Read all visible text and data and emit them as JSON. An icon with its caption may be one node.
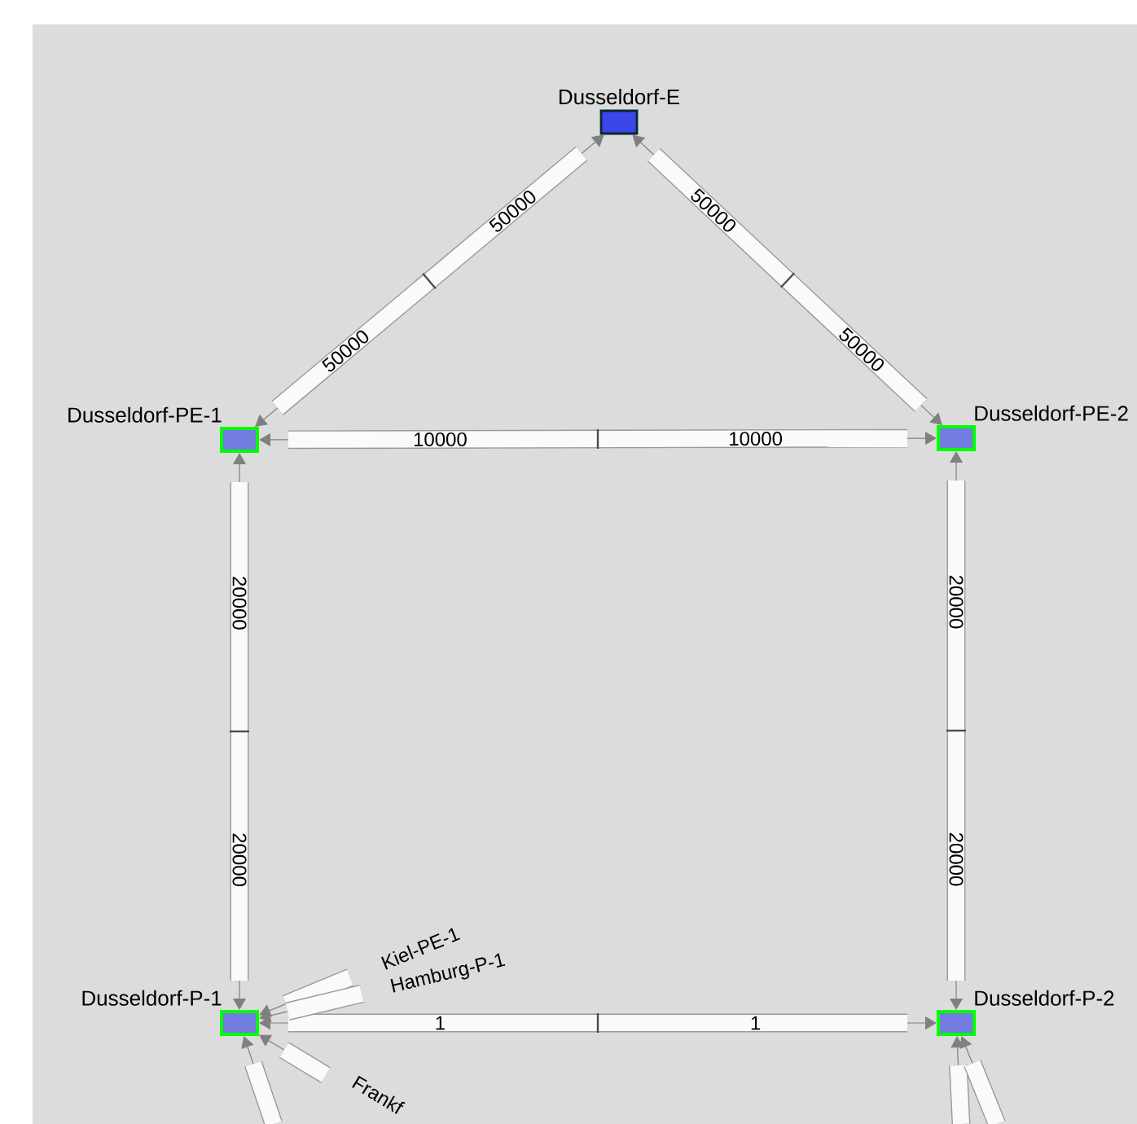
{
  "diagram": {
    "nodes": [
      {
        "text": [
          "Dusseldorf-E"
        ]
      },
      {
        "text": [
          "Dusseldorf-PE-1"
        ]
      },
      {
        "text": [
          "Dusseldorf-PE-2"
        ]
      },
      {
        "text": [
          "Dusseldorf-P-1"
        ]
      },
      {
        "text": [
          "Dusseldorf-P-2"
        ]
      }
    ],
    "edges": [
      {
        "from": 0,
        "to": 1,
        "arrow": "both",
        "label": "50000"
      },
      {
        "from": 0,
        "to": 2,
        "arrow": "both",
        "label": "50000"
      },
      {
        "from": 1,
        "to": 2,
        "arrow": "both",
        "label": "10000"
      },
      {
        "from": 1,
        "to": 3,
        "arrow": "both",
        "label": "20000"
      },
      {
        "from": 2,
        "to": 4,
        "arrow": "both",
        "label": "20000"
      },
      {
        "from": 3,
        "to": 4,
        "arrow": "both",
        "label": "1"
      },
      {
        "from": null,
        "to": 3,
        "arrow": "to",
        "label": "Kiel-PE-1"
      },
      {
        "from": null,
        "to": 3,
        "arrow": "to",
        "label": "Hamburg-P-1"
      },
      {
        "from": null,
        "to": 3,
        "arrow": "to",
        "label": "Frankf"
      },
      {
        "from": null,
        "to": 3,
        "arrow": "to"
      },
      {
        "from": null,
        "to": 4,
        "arrow": "to"
      },
      {
        "from": null,
        "to": 4,
        "arrow": "to"
      }
    ],
    "labels": [
      "50000",
      "50000",
      "10000",
      "20000",
      "20000",
      "1"
    ]
  }
}
